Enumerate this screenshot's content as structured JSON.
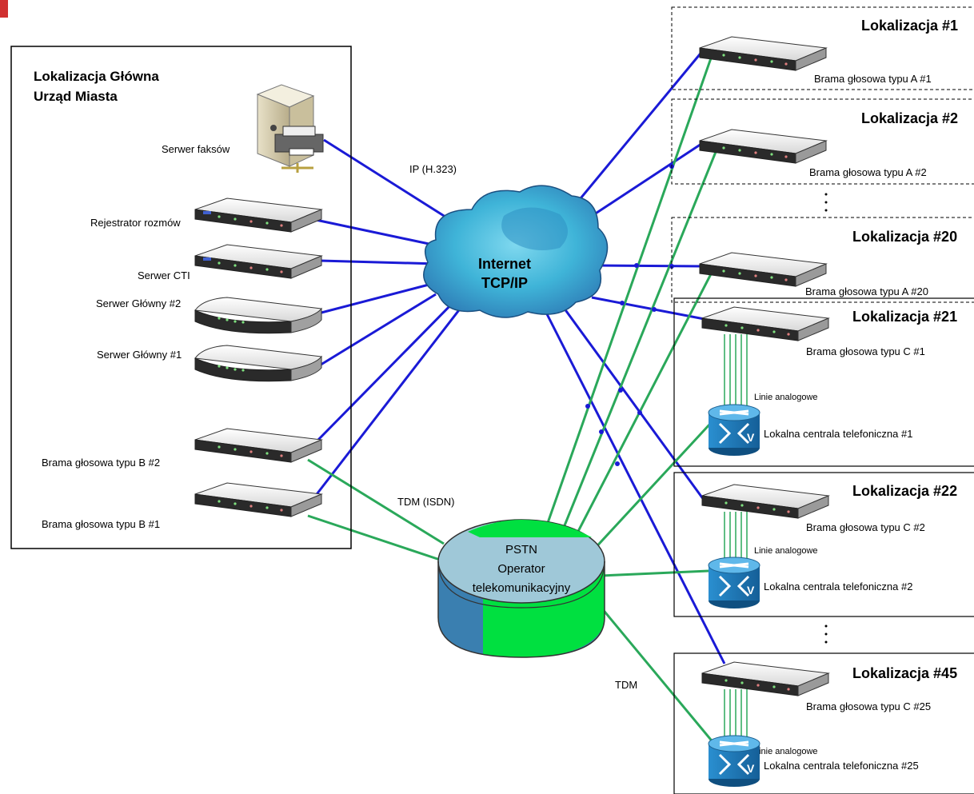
{
  "main_site": {
    "title_line1": "Lokalizacja Główna",
    "title_line2": "Urząd Miasta",
    "fax_server": "Serwer faksów",
    "call_recorder": "Rejestrator rozmów",
    "cti_server": "Serwer CTI",
    "main_server_2": "Serwer Główny #2",
    "main_server_1": "Serwer Główny #1",
    "gateway_b2": "Brama głosowa typu B #2",
    "gateway_b1": "Brama głosowa typu B #1"
  },
  "cloud": {
    "line1": "Internet",
    "line2": "TCP/IP"
  },
  "pstn": {
    "line1": "PSTN",
    "line2": "Operator",
    "line3": "telekomunikacyjny"
  },
  "links": {
    "ip": "IP (H.323)",
    "tdm_isdn": "TDM (ISDN)",
    "tdm": "TDM"
  },
  "sites": {
    "s1": {
      "title": "Lokalizacja #1",
      "gateway": "Brama głosowa typu A #1"
    },
    "s2": {
      "title": "Lokalizacja #2",
      "gateway": "Brama głosowa typu A #2"
    },
    "s20": {
      "title": "Lokalizacja #20",
      "gateway": "Brama głosowa typu A #20"
    },
    "s21": {
      "title": "Lokalizacja #21",
      "gateway": "Brama głosowa typu C #1",
      "analog": "Linie analogowe",
      "pbx": "Lokalna centrala telefoniczna #1"
    },
    "s22": {
      "title": "Lokalizacja #22",
      "gateway": "Brama głosowa typu C #2",
      "analog": "Linie analogowe",
      "pbx": "Lokalna centrala telefoniczna #2"
    },
    "s45": {
      "title": "Lokalizacja #45",
      "gateway": "Brama głosowa typu C #25",
      "analog": "Linie analogowe",
      "pbx": "Lokalna centrala telefoniczna #25"
    }
  },
  "colors": {
    "ip_link": "#1a1ad6",
    "tdm_link": "#2aa85a",
    "pstn_green": "#00e040",
    "pstn_blue": "#3a7fb0",
    "cloud": "#40c8e0",
    "router": "#1f7fc0",
    "accent_mark": "#d03030"
  }
}
